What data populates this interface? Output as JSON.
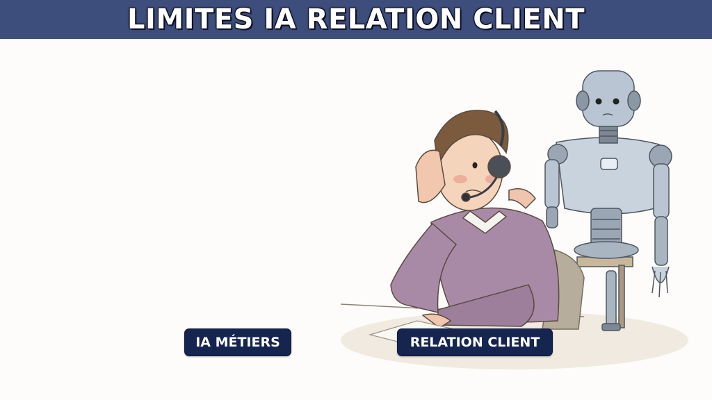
{
  "header": {
    "title": "LIMITES IA RELATION CLIENT"
  },
  "tags": {
    "ia_metiers": "IA MÉTIERS",
    "relation_client": "RELATION CLIENT"
  },
  "colors": {
    "title_bar": "#3d4d7c",
    "pill_background": "#16254f",
    "pill_text": "#ffffff",
    "page_background": "#fdfcfa"
  },
  "illustration": {
    "subject": "stressed-call-center-agent-with-robot"
  }
}
